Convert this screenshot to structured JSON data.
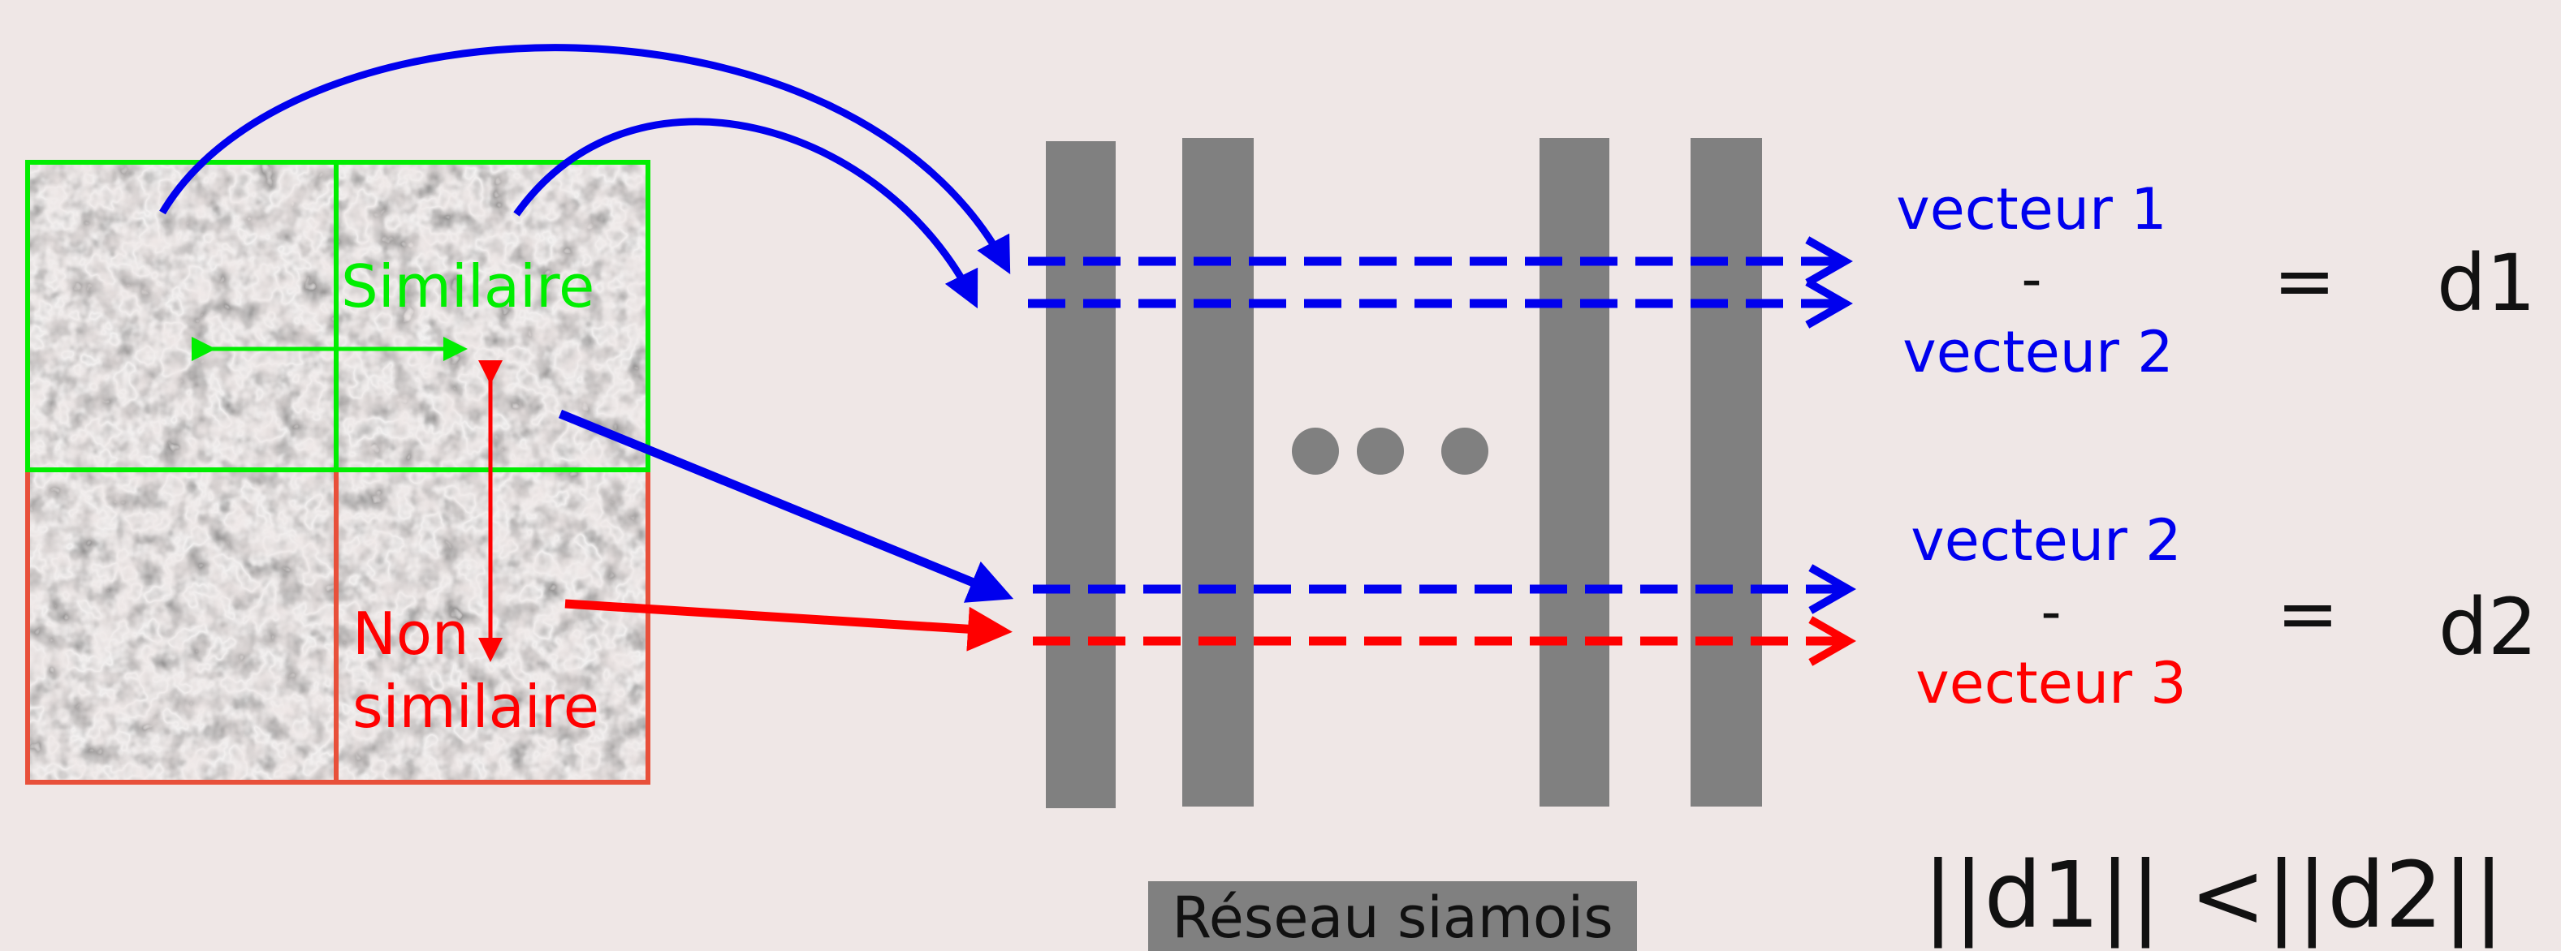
{
  "patches": {
    "similar_label": "Similaire",
    "dissimilar_label_line1": "Non",
    "dissimilar_label_line2": "similaire"
  },
  "network": {
    "label": "Réseau siamois",
    "ellipsis": "•••"
  },
  "pair1": {
    "top": "vecteur 1",
    "op": "-",
    "bottom": "vecteur 2",
    "equals": "=",
    "result": "d1"
  },
  "pair2": {
    "top": "vecteur 2",
    "op": "-",
    "bottom": "vecteur 3",
    "equals": "=",
    "result": "d2"
  },
  "inequality": "||d1|| <||d2||",
  "colors": {
    "background": "#efe7e6",
    "similar": "#00ee00",
    "dissimilar": "#ff0000",
    "dissimilar_frame": "#e8503a",
    "vector": "#0000ee",
    "layer": "#808080",
    "text": "#111111"
  }
}
